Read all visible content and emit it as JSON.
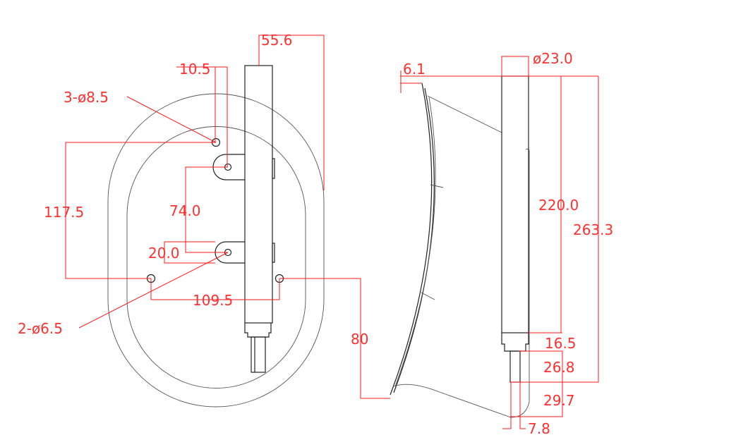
{
  "front_view": {
    "dims": {
      "width_55_6": "55.6",
      "offset_10_5": "10.5",
      "holes_3": "3-ø8.5",
      "spacing_117_5": "117.5",
      "spacing_74_0": "74.0",
      "tab_20_0": "20.0",
      "holes_2": "2-ø6.5",
      "spacing_109_5": "109.5"
    }
  },
  "side_view": {
    "dims": {
      "depth_80": "80",
      "offset_6_1": "6.1",
      "diameter_23_0": "ø23.0",
      "length_220_0": "220.0",
      "length_263_3": "263.3",
      "len_16_5": "16.5",
      "len_26_8": "26.8",
      "len_29_7": "29.7",
      "width_7_8": "7.8"
    }
  },
  "colors": {
    "outline": "#222222",
    "dimension": "#ff1a1a"
  }
}
